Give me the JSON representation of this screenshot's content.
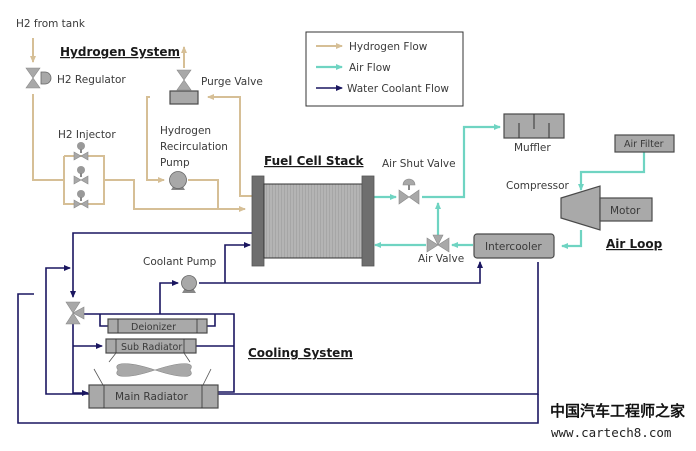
{
  "diagram": {
    "type": "fuel-cell-system-schematic",
    "sections": {
      "hydrogen_system": "Hydrogen System",
      "fuel_cell_stack": "Fuel Cell Stack",
      "air_loop": "Air Loop",
      "cooling_system": "Cooling System"
    },
    "legend": {
      "items": [
        {
          "label": "Hydrogen Flow",
          "color": "#d6bf96"
        },
        {
          "label": "Air Flow",
          "color": "#6fd4c2"
        },
        {
          "label": "Water Coolant Flow",
          "color": "#1a1660"
        }
      ]
    },
    "components": {
      "h2_source": "H2 from tank",
      "h2_regulator": "H2 Regulator",
      "purge_valve": "Purge Valve",
      "h2_injector": "H2 Injector",
      "recirc_pump_line1": "Hydrogen",
      "recirc_pump_line2": "Recirculation",
      "recirc_pump_line3": "Pump",
      "air_shut_valve": "Air Shut Valve",
      "muffler": "Muffler",
      "air_filter": "Air Filter",
      "compressor": "Compressor",
      "motor": "Motor",
      "intercooler": "Intercooler",
      "air_valve": "Air Valve",
      "coolant_pump": "Coolant Pump",
      "deionizer": "Deionizer",
      "sub_radiator": "Sub Radiator",
      "main_radiator": "Main Radiator"
    },
    "colors": {
      "hydrogen": "#d6bf96",
      "air": "#6fd4c2",
      "coolant": "#1a1660",
      "component_fill": "#a9a9a9"
    }
  },
  "watermark": {
    "chinese": "中国汽车工程师之家",
    "url": "www.cartech8.com"
  }
}
